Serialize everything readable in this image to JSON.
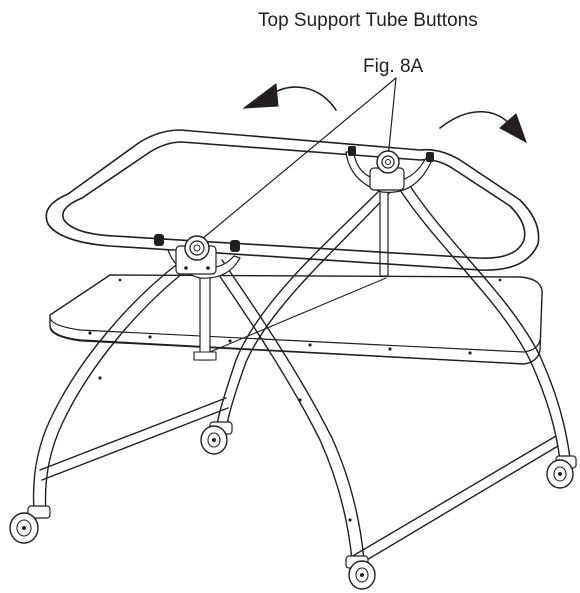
{
  "labels": {
    "callout_title": "Top Support Tube Buttons",
    "figure_ref": "Fig. 8A"
  },
  "colors": {
    "line": "#231f20",
    "background": "#ffffff"
  },
  "icons": {
    "left_arrow": "curved-arrow-counterclockwise",
    "right_arrow": "curved-arrow-clockwise"
  }
}
